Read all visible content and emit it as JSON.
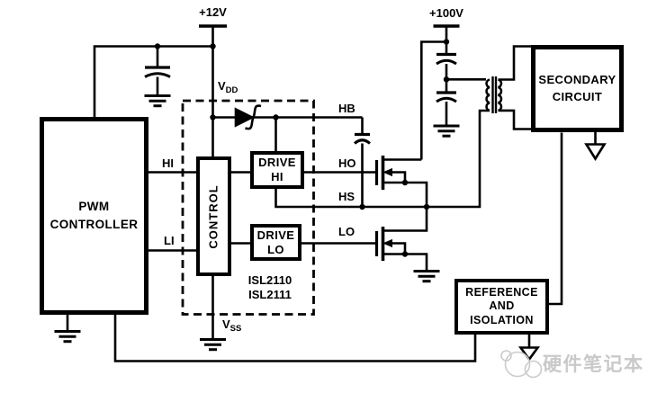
{
  "diagram": {
    "title_note": "Half-bridge driver application schematic",
    "supplies": {
      "v12": "+12V",
      "v100": "+100V"
    },
    "rails": {
      "vdd": {
        "main": "V",
        "sub": "DD"
      },
      "vss": {
        "main": "V",
        "sub": "SS"
      }
    },
    "pins": {
      "hi": "HI",
      "li": "LI",
      "hb": "HB",
      "ho": "HO",
      "hs": "HS",
      "lo": "LO"
    },
    "blocks": {
      "pwm": {
        "line1": "PWM",
        "line2": "CONTROLLER"
      },
      "control": {
        "label": "CONTROL"
      },
      "drive_hi": {
        "line1": "DRIVE",
        "line2": "HI"
      },
      "drive_lo": {
        "line1": "DRIVE",
        "line2": "LO"
      },
      "secondary": {
        "line1": "SECONDARY",
        "line2": "CIRCUIT"
      },
      "reference": {
        "line1": "REFERENCE",
        "line2": "AND",
        "line3": "ISOLATION"
      }
    },
    "part_numbers": {
      "line1": "ISL2110",
      "line2": "ISL2111"
    },
    "watermark": {
      "text": "硬件笔记本"
    },
    "colors": {
      "wire": "#000000",
      "background": "#ffffff",
      "watermark": "#c9c9c9"
    }
  }
}
